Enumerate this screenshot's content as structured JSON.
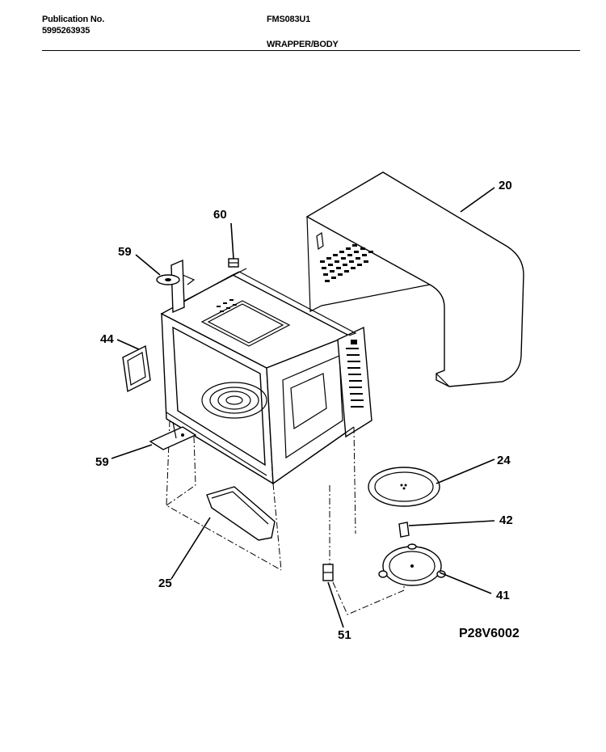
{
  "header": {
    "publication_label": "Publication No.",
    "publication_number": "5995263935",
    "model": "FMS083U1",
    "section_title": "WRAPPER/BODY"
  },
  "drawing_code": "P28V6002",
  "callouts": [
    {
      "id": "c20",
      "label": "20"
    },
    {
      "id": "c60",
      "label": "60"
    },
    {
      "id": "c59a",
      "label": "59"
    },
    {
      "id": "c44",
      "label": "44"
    },
    {
      "id": "c59b",
      "label": "59"
    },
    {
      "id": "c24",
      "label": "24"
    },
    {
      "id": "c42",
      "label": "42"
    },
    {
      "id": "c41",
      "label": "41"
    },
    {
      "id": "c25",
      "label": "25"
    },
    {
      "id": "c51",
      "label": "51"
    }
  ]
}
